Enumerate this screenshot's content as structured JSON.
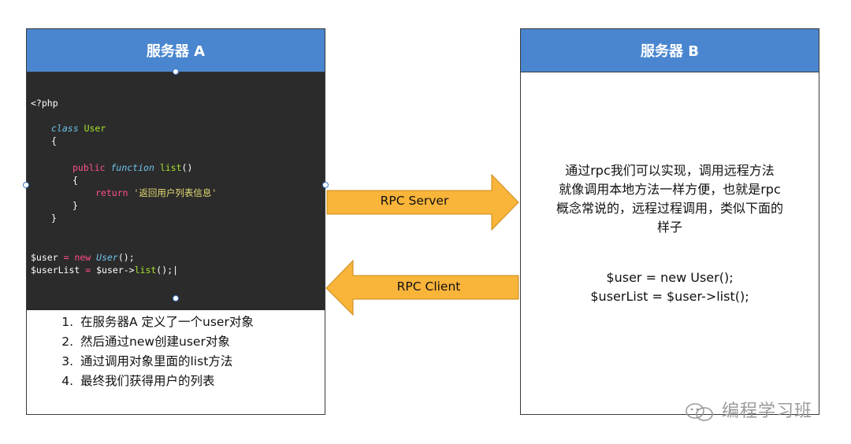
{
  "server_a": {
    "title": "服务器 A",
    "code_lines": {
      "l1": "<?php",
      "l2a": "class",
      "l2b": "User",
      "l3": "{",
      "l4a": "public",
      "l4b": "function",
      "l4c": "list",
      "l4d": "()",
      "l5": "{",
      "l6a": "return",
      "l6b": "'返回用户列表信息'",
      "l7": "}",
      "l8": "}",
      "l9a": "$user",
      "l9b": "=",
      "l9c": "new",
      "l9d": "User",
      "l9e": "();",
      "l10a": "$userList",
      "l10b": "=",
      "l10c": "$user->",
      "l10d": "list",
      "l10e": "();"
    },
    "steps": [
      "在服务器A 定义了一个user对象",
      "然后通过new创建user对象",
      "通过调用对象里面的list方法",
      "最终我们获得用户的列表"
    ]
  },
  "server_b": {
    "title": "服务器 B",
    "description_lines": [
      "通过rpc我们可以实现，调用远程方法",
      "就像调用本地方法一样方便，也就是rpc",
      "概念常说的，远程过程调用，类似下面的",
      "样子"
    ],
    "code_lines": [
      "$user = new User();",
      "$userList = $user->list();"
    ]
  },
  "arrows": {
    "server_label": "RPC Server",
    "client_label": "RPC Client"
  },
  "colors": {
    "header_blue": "#4a86cf",
    "arrow_orange": "#f9b43a",
    "code_bg": "#2b2b2b"
  }
}
